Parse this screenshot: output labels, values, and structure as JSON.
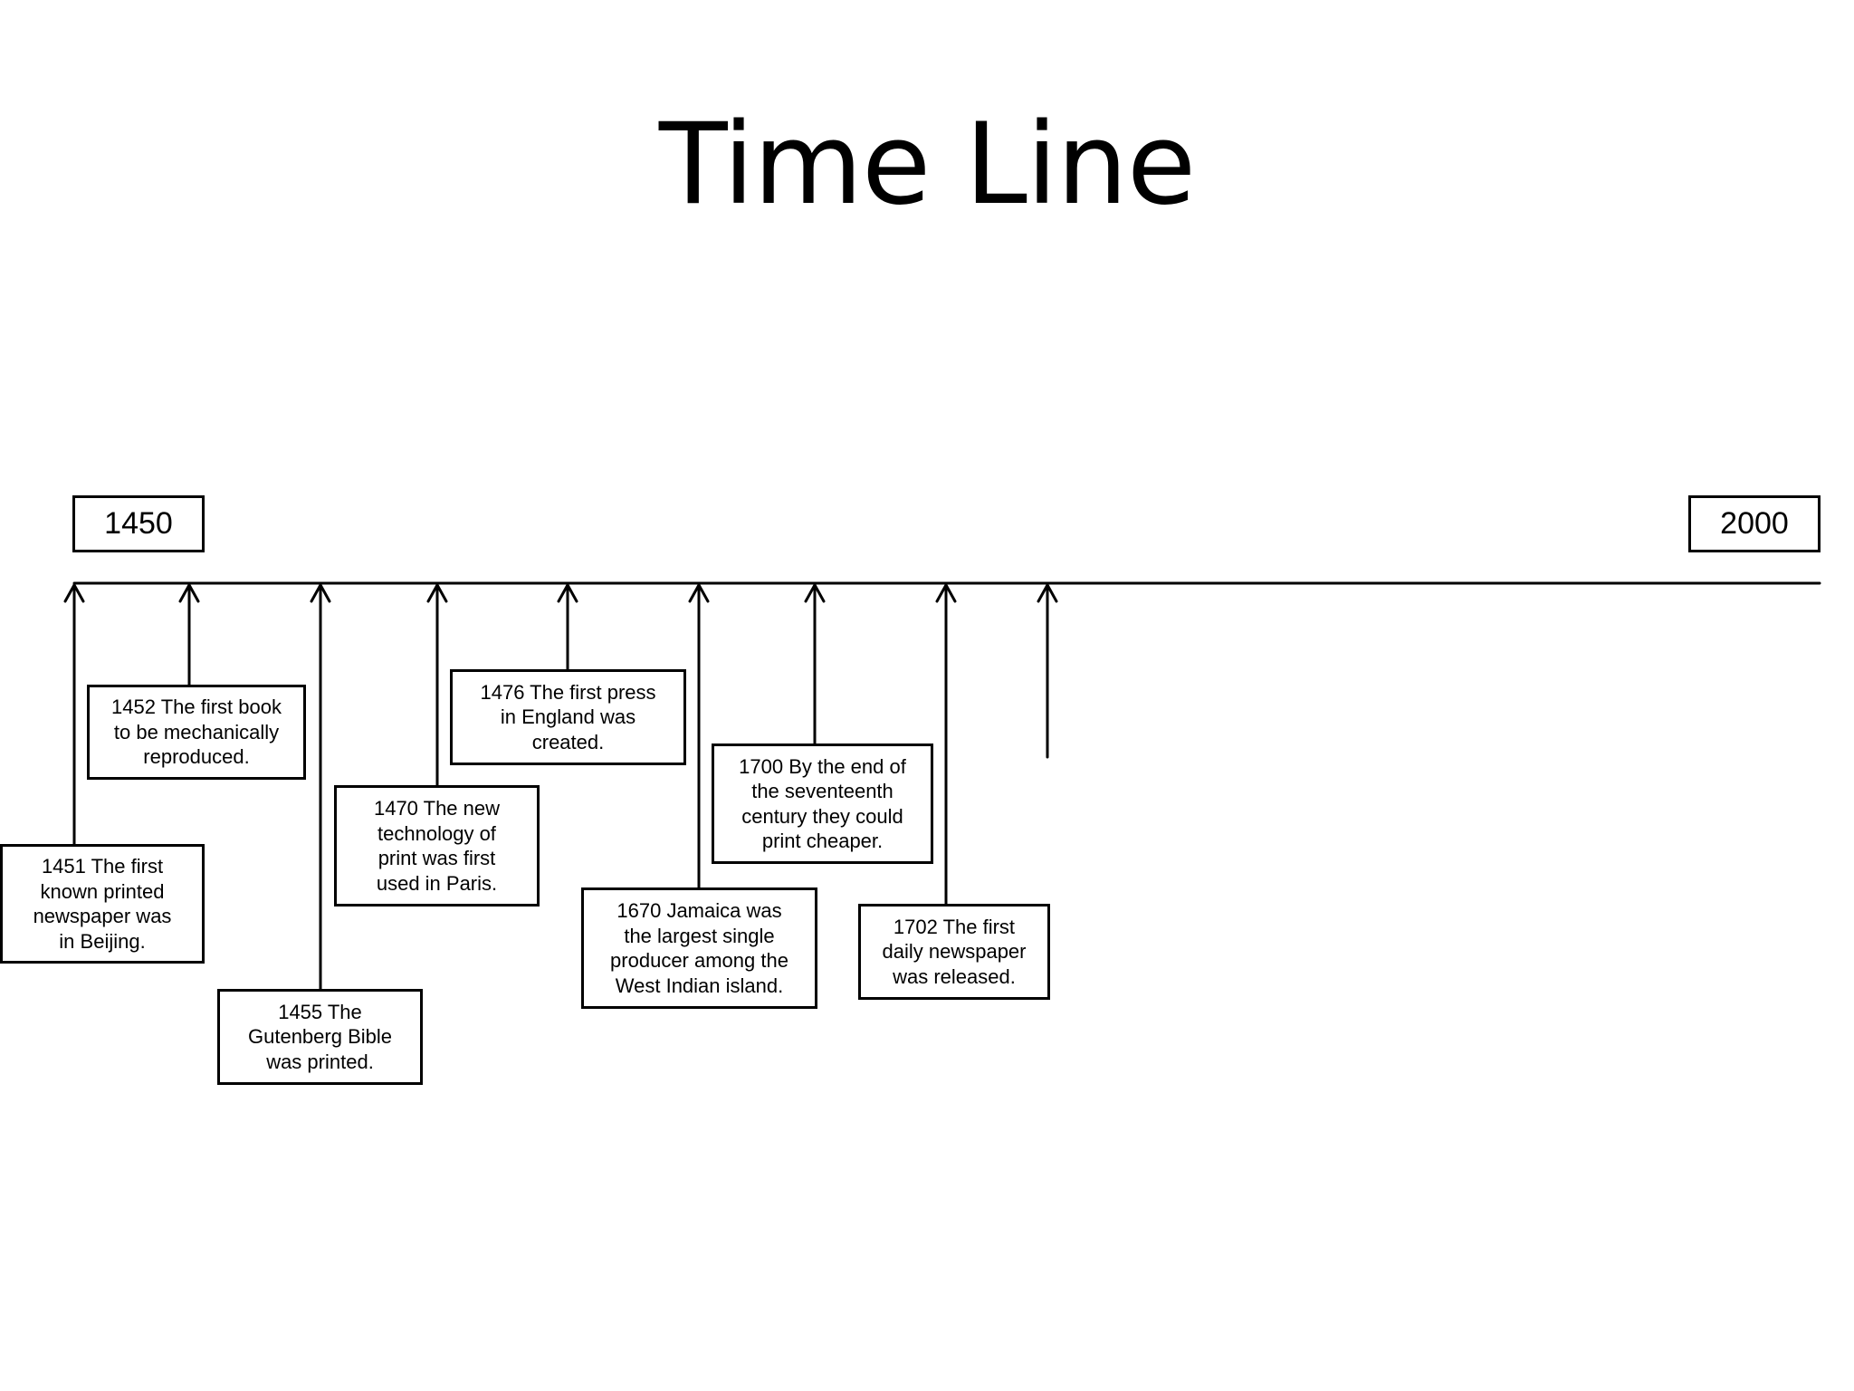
{
  "title": "Time Line",
  "axis": {
    "start_label": "1450",
    "end_label": "2000"
  },
  "events": [
    {
      "id": "e1451",
      "text": "1451 The first\nknown printed\nnewspaper was\nin Beijing."
    },
    {
      "id": "e1452",
      "text": "1452 The first book\nto be mechanically\nreproduced."
    },
    {
      "id": "e1455",
      "text": "1455 The\nGutenberg  Bible\nwas printed."
    },
    {
      "id": "e1470",
      "text": "1470 The new\ntechnology of\nprint was first\nused in Paris."
    },
    {
      "id": "e1476",
      "text": "1476 The first press\nin England was\ncreated."
    },
    {
      "id": "e1670",
      "text": "1670 Jamaica was\nthe largest single\nproducer among the\nWest Indian island."
    },
    {
      "id": "e1700",
      "text": "1700 By the end of\nthe seventeenth\ncentury they could\nprint cheaper."
    },
    {
      "id": "e1702",
      "text": "1702 The first\ndaily newspaper\nwas released."
    }
  ]
}
